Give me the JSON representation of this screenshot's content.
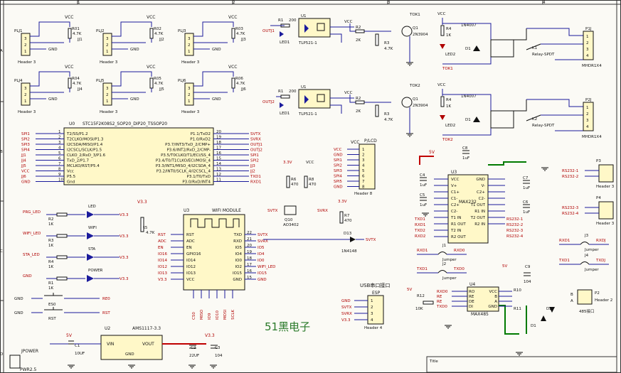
{
  "border": {
    "cols": [
      "1",
      "2",
      "3",
      "4"
    ],
    "rows": [
      "A",
      "B",
      "C",
      "D"
    ]
  },
  "colors": {
    "wire": "#1b1b9c",
    "net": "#b00000",
    "part": "#111111",
    "fill": "#fff8c8",
    "brand": "#2a7a2a",
    "gnd_highlight": "#007a00",
    "power_highlight": "#c00000"
  },
  "plj": [
    {
      "conn": "PLJ1",
      "res": "R01",
      "rval": "4.7K",
      "net": "JJ1",
      "hdr": "Header 3"
    },
    {
      "conn": "PLJ2",
      "res": "R02",
      "rval": "4.7K",
      "net": "JJ2",
      "hdr": "Header 3"
    },
    {
      "conn": "PLJ3",
      "res": "R03",
      "rval": "4.7K",
      "net": "JJ3",
      "hdr": "Header 3"
    },
    {
      "conn": "PLJ4",
      "res": "R04",
      "rval": "4.7K",
      "net": "JJ4",
      "hdr": "Header 3"
    },
    {
      "conn": "PLJ5",
      "res": "R05",
      "rval": "4.7K",
      "net": "JJ5",
      "hdr": "Header 3"
    },
    {
      "conn": "PLJ6",
      "res": "R06",
      "rval": "4.7K",
      "net": "JJ6",
      "hdr": "Header 3"
    }
  ],
  "pins123": [
    "3",
    "2",
    "1"
  ],
  "labels": {
    "vcc": "VCC",
    "gnd": "GND",
    "v33": "V3.3",
    "v5": "5V",
    "v33b": "3.3V"
  },
  "relays": [
    {
      "out": "OUTJ1",
      "r1": "R1",
      "r1v": "200",
      "u": "U1",
      "opto": "TLP521-1",
      "led": "LED1",
      "r2": "R2",
      "r2v": "2K",
      "r3": "R3",
      "r3v": "4.7K",
      "q": "Q1",
      "qt": "2N3904",
      "tok": "TOK1",
      "r4": "R4",
      "r4v": "1K",
      "diode": "1N4007",
      "dn": "D1",
      "led2": "LED2",
      "tokl": "TOK1",
      "k": "K1",
      "kt": "Relay-SPDT",
      "p": "P1J",
      "pt": "MHDR1X4"
    },
    {
      "out": "OUTJ2",
      "r1": "R1",
      "r1v": "200",
      "u": "U1",
      "opto": "TLP521-1",
      "led": "LED1",
      "r2": "R2",
      "r2v": "2K",
      "r3": "R3",
      "r3v": "4.7K",
      "q": "Q1",
      "qt": "2N3904",
      "tok": "TOK2",
      "r4": "R4",
      "r4v": "1K",
      "diode": "1N4007",
      "dn": "D1",
      "led2": "LED2",
      "tokl": "TOK2",
      "k": "K2",
      "kt": "Relay-SPDT",
      "p": "P2J",
      "pt": "MHDR1X4"
    }
  ],
  "mcu": {
    "title": "STC15F2K08S2_SOP20_DIP20_TSSOP20",
    "ref": "U0",
    "left": [
      {
        "n": "1",
        "f": "T2/SS/P1.2",
        "net": "SPI1"
      },
      {
        "n": "2",
        "f": "T2CLKO/MOSI/P1.3",
        "net": "SPI2"
      },
      {
        "n": "3",
        "f": "I2CSDA/MISO/P1.4",
        "net": "SPI3"
      },
      {
        "n": "4",
        "f": "I2CSCL/SCLK/P1.5",
        "net": "SPI4"
      },
      {
        "n": "5",
        "f": "CLKO_2/RxD_3/P1.6",
        "net": "JJ1"
      },
      {
        "n": "6",
        "f": "TxD_2/P1.7",
        "net": "JJ4"
      },
      {
        "n": "7",
        "f": "MCLKO/RST/P5.4",
        "net": "JJ5"
      },
      {
        "n": "8",
        "f": "Vcc",
        "net": "VCC"
      },
      {
        "n": "9",
        "f": "P5.5",
        "net": "JJ6"
      },
      {
        "n": "10",
        "f": "Gnd",
        "net": "GND"
      }
    ],
    "right": [
      {
        "n": "20",
        "f": "P1.1/TxD2",
        "net": "SVTX"
      },
      {
        "n": "19",
        "f": "P1.0/RxD2",
        "net": "SVRX"
      },
      {
        "n": "18",
        "f": "P3.7/INT3/TxD_2/CMP+",
        "net": "OUTJ1"
      },
      {
        "n": "17",
        "f": "P3.6/INT2/RxD_2/CMP-",
        "net": "OUTJ2"
      },
      {
        "n": "16",
        "f": "P3.5/T0CLKO/T1/ECI/SS_4",
        "net": "SPI1"
      },
      {
        "n": "15",
        "f": "P3.4/T0/T1CLKO/ECI/MOSI_4",
        "net": "SPI2"
      },
      {
        "n": "14",
        "f": "P3.3/INT1/MISO_4/I2CSDA_4",
        "net": "JJ3"
      },
      {
        "n": "13",
        "f": "P3.2/INT0/SCLK_4/I2CSCL_4",
        "net": "JJ2"
      },
      {
        "n": "12",
        "f": "P3.1/T0/TxD",
        "net": "TXD1"
      },
      {
        "n": "11",
        "f": "P3.0/RxD/INT4",
        "net": "RXD1"
      }
    ]
  },
  "lcd": {
    "ref": "P/LCD",
    "hdr": "Header 8",
    "nets": [
      "VCC",
      "GND",
      "SPI1",
      "SPI2",
      "SPI3",
      "SPI4",
      "SPI5",
      "GND"
    ],
    "pins": [
      "1",
      "2",
      "3",
      "4",
      "5",
      "6",
      "7",
      "8"
    ]
  },
  "max232": {
    "ref": "U3",
    "part": "MAX232",
    "left": [
      "VCC",
      "V+",
      "C1+",
      "C1-",
      "C2+",
      "C2-",
      "T1 IN",
      "R1 OUT",
      "T2 IN",
      "R2 OUT"
    ],
    "right": [
      "GND",
      "V-",
      "C2+",
      "C2-",
      "T1 OUT",
      "R1 IN",
      "T2 OUT",
      "R2 IN"
    ],
    "c": [
      {
        "r": "C8",
        "v": "1uF"
      },
      {
        "r": "C4",
        "v": "1uF"
      },
      {
        "r": "C5",
        "v": "1uF"
      },
      {
        "r": "C7",
        "v": "1uF"
      },
      {
        "r": "C6",
        "v": "1uF"
      }
    ],
    "lnet": [
      "TXD1",
      "RXD1",
      "TXD2",
      "RXD2"
    ],
    "rnet": [
      "RS232-1",
      "RS232-2",
      "RS232-3",
      "RS232-4"
    ]
  },
  "p3": {
    "ref": "P3",
    "hdr": "Header 3",
    "nets": [
      "RS232-1",
      "RS232-2"
    ]
  },
  "p4": {
    "ref": "P4",
    "hdr": "Header 3",
    "nets": [
      "RS232-3",
      "RS232-4"
    ]
  },
  "jumpers": [
    {
      "ref": "J1",
      "t": "Jumper",
      "a": "RXD1",
      "b": "RXD0"
    },
    {
      "ref": "J2",
      "t": "Jumper",
      "a": "TXD1",
      "b": "TXD0"
    },
    {
      "ref": "J3",
      "t": "Jumper",
      "a": "RXD1",
      "b": "RXDJ"
    },
    {
      "ref": "J4",
      "t": "Jumper",
      "a": "TXD1",
      "b": "TXDJ"
    }
  ],
  "leds": [
    {
      "net": "PRG_LED",
      "r": "R2",
      "rv": "1K",
      "n": "LED"
    },
    {
      "net": "WIFI_LED",
      "r": "R3",
      "rv": "1K",
      "n": "WIFI"
    },
    {
      "net": "STA_LED",
      "r": "R4",
      "rv": "1K",
      "n": "STA"
    },
    {
      "net": "GND",
      "r": "R1",
      "rv": "1K",
      "n": "POWER"
    }
  ],
  "wifi": {
    "ref": "U3",
    "title": "WIFI MODULE",
    "r5": "R5",
    "r5v": "4.7K",
    "left": [
      "RST",
      "ADC",
      "EN",
      "GPIO16",
      "IO14",
      "IO12",
      "IO13",
      "VCC"
    ],
    "lnet": [
      "RST",
      "ADC",
      "EN",
      "IO16",
      "IO14",
      "IO12",
      "IO13",
      "V3.3"
    ],
    "right": [
      "TXD",
      "RXD",
      "IO5",
      "IO4",
      "IO0",
      "IO2",
      "IO15",
      "GND"
    ],
    "rnum": [
      "22",
      "21",
      "20",
      "19",
      "18",
      "17",
      "16",
      "15"
    ],
    "rnet": [
      "SVTX",
      "SVRX",
      "IO5",
      "IO4",
      "IO0",
      "WIFI_LED",
      "IO15",
      "GND"
    ],
    "bottom": [
      "CS0",
      "MISO",
      "IO9",
      "IO10",
      "MOSI",
      "SCLK"
    ]
  },
  "buttons": [
    {
      "n": "ES0",
      "net": "RE0"
    },
    {
      "n": "RST",
      "net": "RST"
    }
  ],
  "shifter": {
    "r6": "R6",
    "r6v": "470",
    "r8": "R8",
    "r8v": "470",
    "q": "Q10",
    "qt": "AO3402",
    "r7": "R7",
    "r7v": "470",
    "d": "D13",
    "dt": "1N4148",
    "a": "SVTX",
    "b": "SVRX"
  },
  "usb": {
    "title": "USB串口接口",
    "ref": "ESP",
    "hdr": "Header 4",
    "nets": [
      "GND",
      "SVTX",
      "SVRX",
      "V3.3"
    ],
    "pins": [
      "1",
      "2",
      "3",
      "4"
    ]
  },
  "rs485": {
    "ref": "U4",
    "part": "MAX485",
    "r12": "R12",
    "r12v": "10K",
    "r10": "R10",
    "r11": "R11",
    "c": "C9",
    "cv": "104",
    "d1": "D1",
    "d2": "D2",
    "p": "P2",
    "pt": "Header 2",
    "pn": "485接口",
    "left": [
      "RO",
      "RE",
      "DE",
      "DI"
    ],
    "right": [
      "VCC",
      "B",
      "A",
      "GND"
    ],
    "lnet": [
      "RXD0",
      "RE",
      "RE",
      "TXD0"
    ]
  },
  "power": {
    "ref": "U2",
    "part": "AMS1117-3.3",
    "in": "VIN",
    "out": "VOUT",
    "gnd": "GND",
    "c1": "C1",
    "c1v": "10UF",
    "c2": "C2",
    "c2v": "22UF",
    "c3": "C3",
    "c3v": "104",
    "j": "JPOWER",
    "j2": "PWR2.5"
  },
  "brand": "51黑电子",
  "title_block": {
    "title": "Title"
  }
}
